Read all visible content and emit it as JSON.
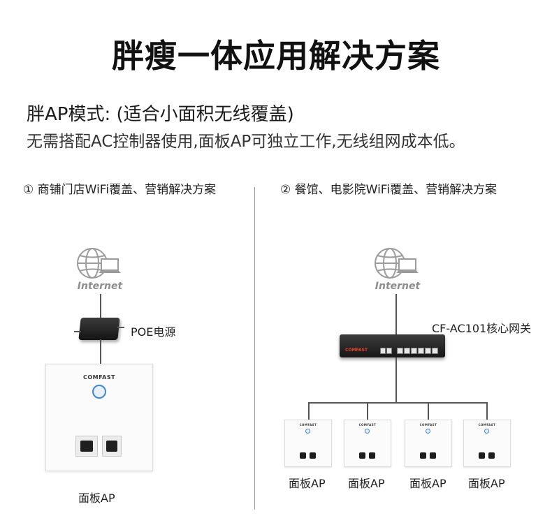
{
  "title": "胖瘦一体应用解决方案",
  "mode": {
    "title": "胖AP模式: (适合小面积无线覆盖)",
    "description": "无需搭配AC控制器使用,面板AP可独立工作,无线组网成本低。"
  },
  "scene1": {
    "label": "① 商铺门店WiFi覆盖、营销解决方案",
    "internet_label": "Internet",
    "poe_label": "POE电源",
    "panel_brand": "COMFAST",
    "panel_label": "面板AP"
  },
  "scene2": {
    "label": "② 餐馆、电影院WiFi覆盖、营销解决方案",
    "internet_label": "Internet",
    "gateway_label": "CF-AC101核心网关",
    "gateway_brand": "COMFAST",
    "panels": [
      {
        "brand": "COMFAST",
        "label": "面板AP"
      },
      {
        "brand": "COMFAST",
        "label": "面板AP"
      },
      {
        "brand": "COMFAST",
        "label": "面板AP"
      },
      {
        "brand": "COMFAST",
        "label": "面板AP"
      }
    ]
  },
  "colors": {
    "gateway_brand": "#e8432c",
    "led": "#3f86d6",
    "internet_icon": "#9b9b9b"
  },
  "icons": {
    "internet": "globe-laptop-icon"
  }
}
